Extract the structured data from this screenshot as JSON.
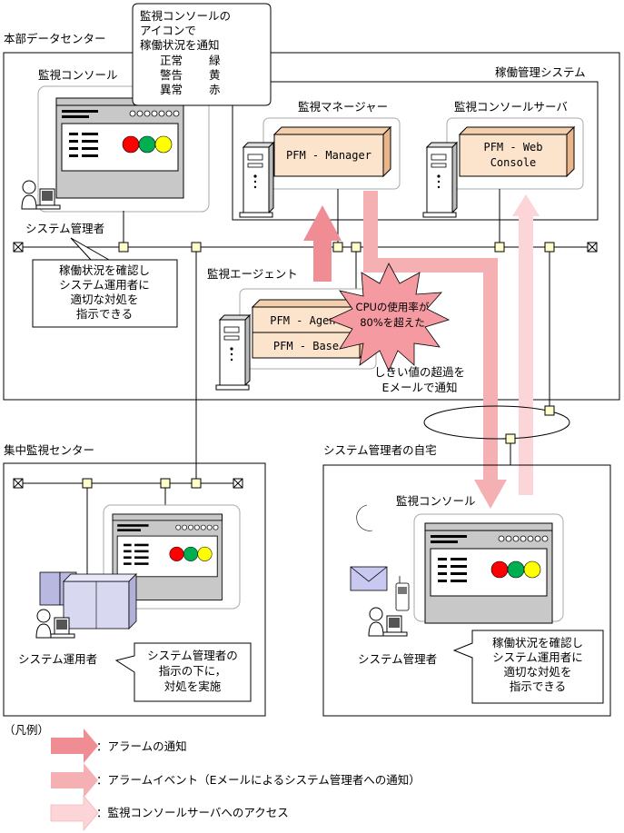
{
  "headquarters": {
    "label": "本部データセンター",
    "operations_system_label": "稼働管理システム",
    "console_label": "監視コンソール",
    "admin_label": "システム管理者",
    "admin_note": [
      "稼働状況を確認し",
      "システム運用者に",
      "適切な対処を",
      "指示できる"
    ],
    "manager": {
      "label": "監視マネージャー",
      "product": "PFM - Manager"
    },
    "web_console": {
      "label": "監視コンソールサーバ",
      "product_line1": "PFM - Web",
      "product_line2": "Console"
    },
    "agent": {
      "label": "監視エージェント",
      "product_agent": "PFM - Agent",
      "product_base": "PFM - Base"
    }
  },
  "callout_icon": {
    "lines": [
      "監視コンソールの",
      "アイコンで",
      "稼働状況を通知"
    ],
    "statuses": [
      {
        "state": "正常",
        "color_name": "緑"
      },
      {
        "state": "警告",
        "color_name": "黄"
      },
      {
        "state": "異常",
        "color_name": "赤"
      }
    ]
  },
  "starburst": {
    "lines": [
      "CPUの使用率が",
      "80%を超えた"
    ]
  },
  "threshold_note": {
    "lines": [
      "しきい値の超過を",
      "Eメールで通知"
    ]
  },
  "central_center": {
    "label": "集中監視センター",
    "operator_label": "システム運用者",
    "operator_note": [
      "システム管理者の",
      "指示の下に，",
      "対処を実施"
    ]
  },
  "home": {
    "label": "システム管理者の自宅",
    "console_label": "監視コンソール",
    "admin_label": "システム管理者",
    "admin_note": [
      "稼働状況を確認し",
      "システム運用者に",
      "適切な対処を",
      "指示できる"
    ]
  },
  "legend": {
    "title": "（凡例）",
    "items": [
      {
        "text": "：アラームの通知",
        "color": "#f08c94"
      },
      {
        "text": "：アラームイベント（Eメールによるシステム管理者への通知）",
        "color": "#f5b0b4"
      },
      {
        "text": "：監視コンソールサーバへのアクセス",
        "color": "#fbd5d7"
      }
    ]
  },
  "colors": {
    "arrow_alarm": "#f08c94",
    "arrow_event": "#f5b0b4",
    "arrow_access": "#fbd5d7",
    "product_box": "#fbe3cc",
    "node": "#ffffcc",
    "status_green": "#00b050",
    "status_yellow": "#ffff00",
    "status_red": "#ff0000"
  }
}
